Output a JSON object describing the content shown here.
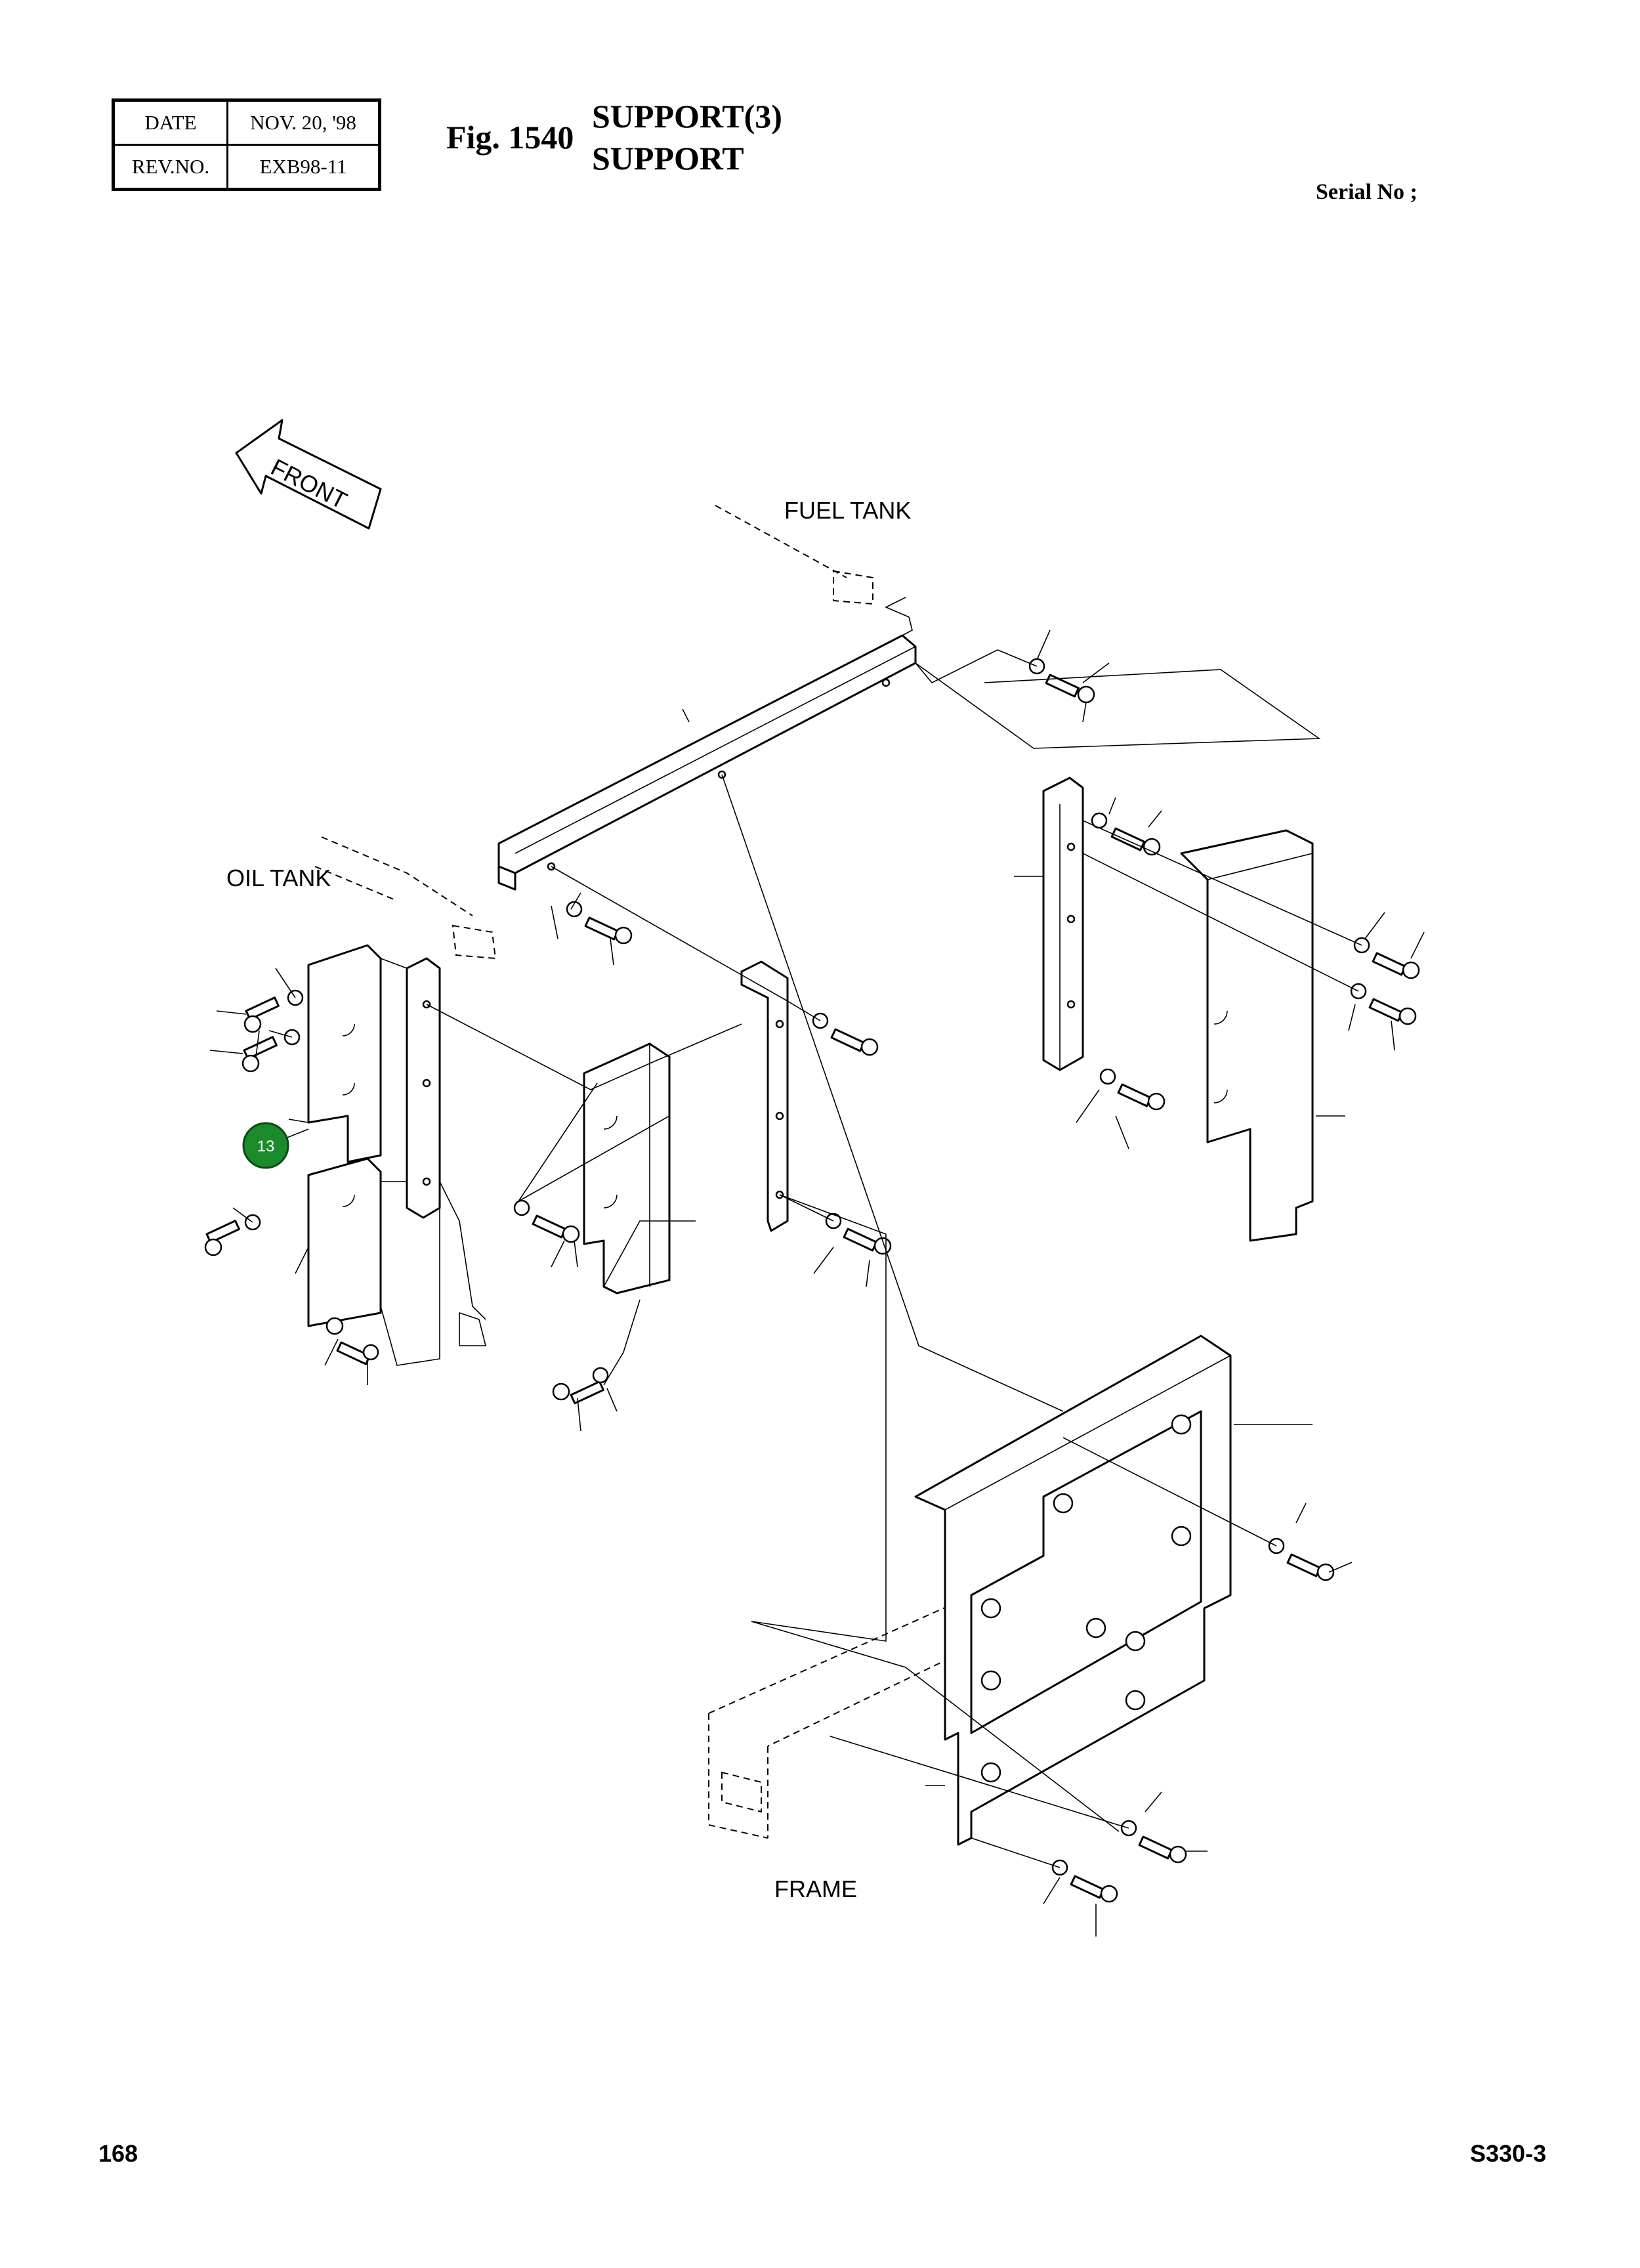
{
  "header": {
    "date_label": "DATE",
    "date_value": "NOV. 20, '98",
    "rev_label": "REV.NO.",
    "rev_value": "EXB98-11",
    "fig_number": "Fig. 1540",
    "title_line1": "SUPPORT(3)",
    "title_line2": "SUPPORT",
    "serial_label": "Serial No ;"
  },
  "diagram": {
    "front_label": "FRONT",
    "labels": {
      "fuel_tank": "FUEL TANK",
      "oil_tank": "OIL TANK",
      "frame": "FRAME"
    },
    "callouts": [
      {
        "number": "13",
        "color": "#1a8a2a"
      }
    ]
  },
  "footer": {
    "page_number": "168",
    "model": "S330-3"
  }
}
